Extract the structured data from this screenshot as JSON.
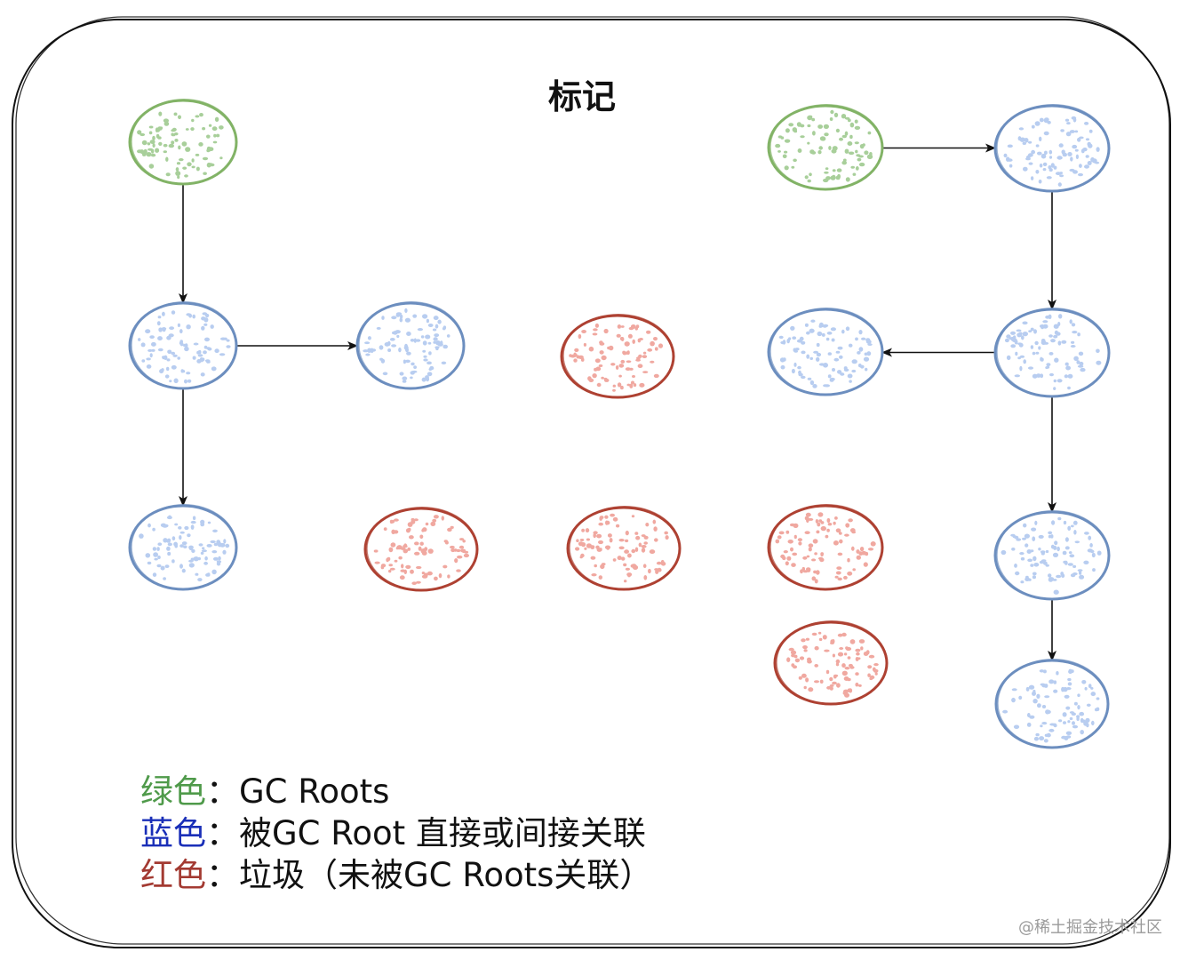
{
  "title": "标记",
  "colors": {
    "green_stroke": "#82b366",
    "green_fill": "#a8cf9a",
    "blue_stroke": "#6c8ebf",
    "blue_fill": "#b8cdf0",
    "red_stroke": "#ae4132",
    "red_fill": "#f0a8a0",
    "edge": "#111111"
  },
  "legend": [
    {
      "key": "绿色",
      "sep": "：",
      "text": "GC Roots",
      "color": "green"
    },
    {
      "key": "蓝色",
      "sep": "：",
      "text": "被GC Root 直接或间接关联",
      "color": "blue"
    },
    {
      "key": "红色",
      "sep": "：",
      "text": "垃圾（未被GC Roots关联）",
      "color": "red"
    }
  ],
  "nodes": [
    {
      "id": "L-root",
      "kind": "gc-root"
    },
    {
      "id": "L-a",
      "kind": "reachable"
    },
    {
      "id": "L-b",
      "kind": "reachable"
    },
    {
      "id": "L-c",
      "kind": "reachable"
    },
    {
      "id": "M-g1",
      "kind": "garbage"
    },
    {
      "id": "M-g2",
      "kind": "garbage"
    },
    {
      "id": "M-g3",
      "kind": "garbage"
    },
    {
      "id": "R-g4",
      "kind": "garbage"
    },
    {
      "id": "R-g5",
      "kind": "garbage"
    },
    {
      "id": "R-root",
      "kind": "gc-root"
    },
    {
      "id": "R-a",
      "kind": "reachable"
    },
    {
      "id": "R-b",
      "kind": "reachable"
    },
    {
      "id": "R-c",
      "kind": "reachable"
    },
    {
      "id": "R-d",
      "kind": "reachable"
    },
    {
      "id": "R-e",
      "kind": "reachable"
    }
  ],
  "edges": [
    {
      "from": "L-root",
      "to": "L-a"
    },
    {
      "from": "L-a",
      "to": "L-b"
    },
    {
      "from": "L-a",
      "to": "L-c"
    },
    {
      "from": "R-root",
      "to": "R-a"
    },
    {
      "from": "R-a",
      "to": "R-b"
    },
    {
      "from": "R-b",
      "to": "R-c"
    },
    {
      "from": "R-b",
      "to": "R-d"
    },
    {
      "from": "R-d",
      "to": "R-e"
    }
  ],
  "watermark": "@稀土掘金技术社区"
}
